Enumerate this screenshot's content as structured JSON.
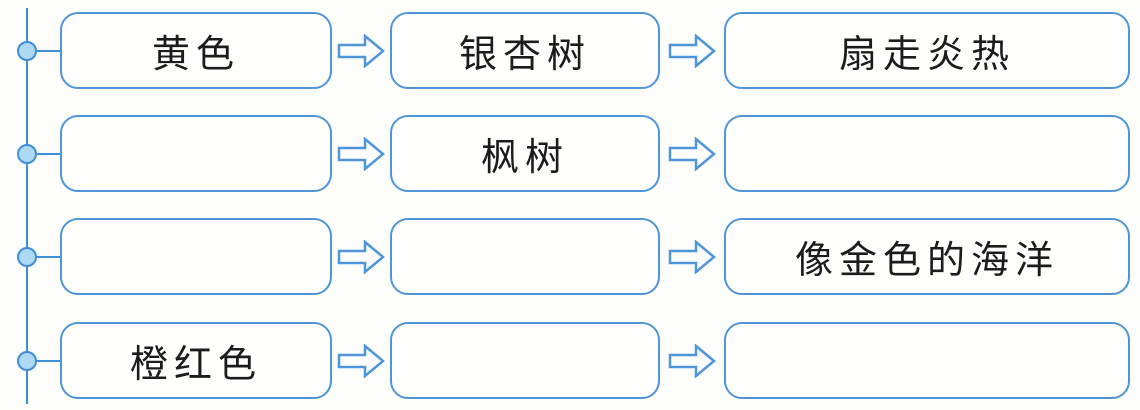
{
  "diagram": {
    "description_labels": {
      "row1_col1": "黄色",
      "row1_col2": "银杏树",
      "row1_col3": "扇走炎热",
      "row2_col1": "",
      "row2_col2": "枫树",
      "row2_col3": "",
      "row3_col1": "",
      "row3_col2": "",
      "row3_col3": "像金色的海洋",
      "row4_col1": "橙红色",
      "row4_col2": "",
      "row4_col3": ""
    },
    "rows": [
      {
        "cells": [
          "黄色",
          "银杏树",
          "扇走炎热"
        ]
      },
      {
        "cells": [
          "",
          "枫树",
          ""
        ]
      },
      {
        "cells": [
          "",
          "",
          "像金色的海洋"
        ]
      },
      {
        "cells": [
          "橙红色",
          "",
          ""
        ]
      }
    ],
    "colors": {
      "border": "#4e95d9",
      "rail": "#3e8ed8",
      "node_fill": "#aed9f2",
      "text": "#1c1c1c"
    }
  }
}
